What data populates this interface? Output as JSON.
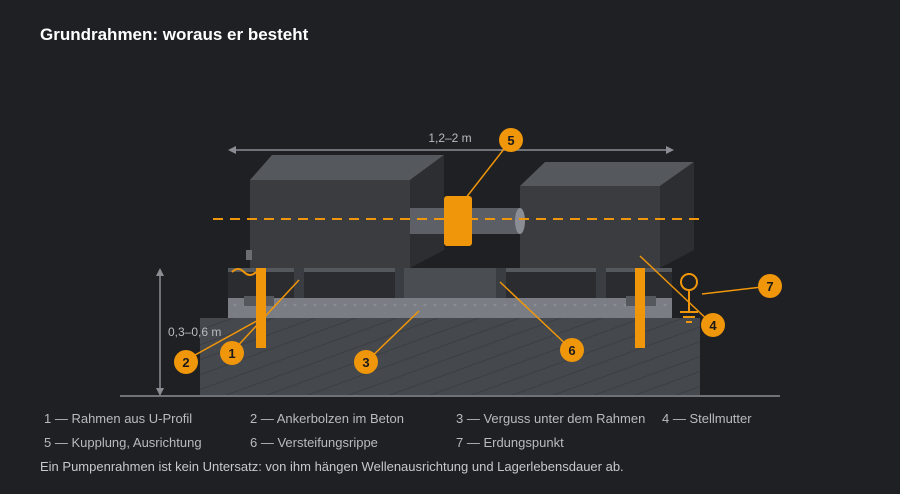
{
  "title": "Grundrahmen: woraus er besteht",
  "dimension_width": "1,2–2 m",
  "dimension_height": "0,3–0,6 m",
  "callouts": [
    "1",
    "2",
    "3",
    "4",
    "5",
    "6",
    "7"
  ],
  "legend": [
    "1 — Rahmen aus U-Profil",
    "2 — Ankerbolzen im Beton",
    "3 — Verguss unter dem Rahmen",
    "4 — Stellmutter",
    "5 — Kupplung, Ausrichtung",
    "6 — Versteifungsrippe",
    "7 — Erdungspunkt"
  ],
  "caption": "Ein Pumpenrahmen ist kein Untersatz: von ihm hängen Wellenausrichtung und Lagerlebensdauer ab.",
  "colors": {
    "accent": "#f0960a",
    "background": "#1e2023",
    "machine": "#3a3c40",
    "concrete": "#45484d"
  }
}
